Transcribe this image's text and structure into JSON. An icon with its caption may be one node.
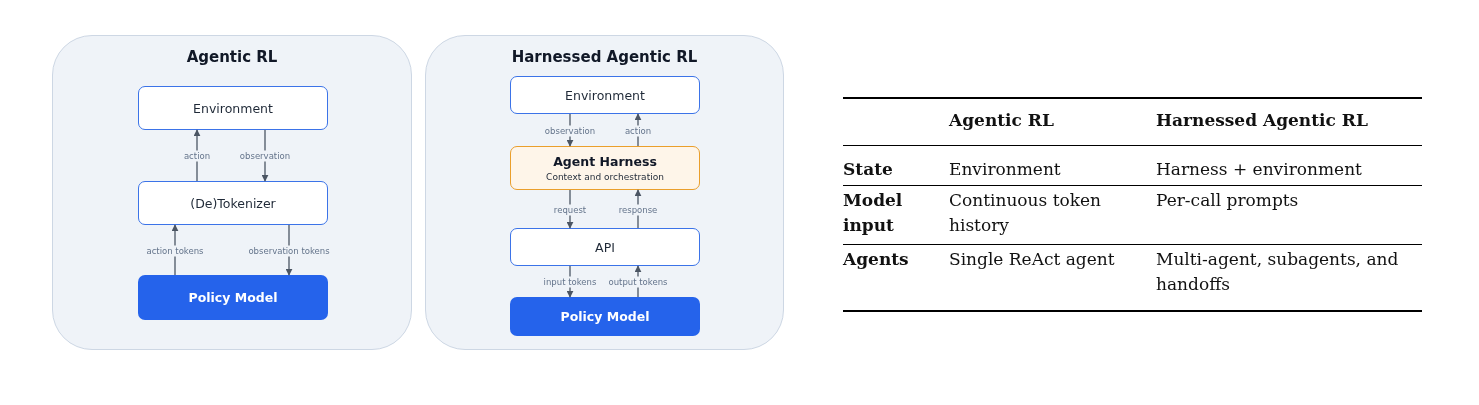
{
  "diagram": {
    "nodes": [
      {
        "text": [
          "Agentic RL"
        ]
      },
      {
        "text": [
          "Environment"
        ],
        "in": 0
      },
      {
        "text": [
          "(De)Tokenizer"
        ],
        "in": 0
      },
      {
        "text": [
          "Policy Model"
        ],
        "in": 0
      },
      {
        "text": [
          "Harnessed Agentic RL"
        ]
      },
      {
        "text": [
          "Environment"
        ],
        "in": 4
      },
      {
        "text": [
          "Agent Harness",
          "Context and orchestration"
        ],
        "in": 4
      },
      {
        "text": [
          "API"
        ],
        "in": 4
      },
      {
        "text": [
          "Policy Model"
        ],
        "in": 4
      }
    ],
    "edges": [
      {
        "from": 2,
        "to": 1,
        "arrow": "to",
        "label": "action"
      },
      {
        "from": 1,
        "to": 2,
        "arrow": "to",
        "label": "observation"
      },
      {
        "from": 3,
        "to": 2,
        "arrow": "to",
        "label": "action tokens"
      },
      {
        "from": 2,
        "to": 3,
        "arrow": "to",
        "label": "observation tokens"
      },
      {
        "from": 5,
        "to": 6,
        "arrow": "to",
        "label": "observation"
      },
      {
        "from": 6,
        "to": 5,
        "arrow": "to",
        "label": "action"
      },
      {
        "from": 6,
        "to": 7,
        "arrow": "to",
        "label": "request"
      },
      {
        "from": 7,
        "to": 6,
        "arrow": "to",
        "label": "response"
      },
      {
        "from": 7,
        "to": 8,
        "arrow": "to",
        "label": "input tokens"
      },
      {
        "from": 8,
        "to": 7,
        "arrow": "to",
        "label": "output tokens"
      }
    ],
    "labels": [
      "Agentic RL",
      "Harnessed Agentic RL",
      "State",
      "Environment",
      "Harness + environment",
      "Model input",
      "Continuous token history",
      "Per-call prompts",
      "Agents",
      "Single ReAct agent",
      "Multi-agent, subagents, and handoffs"
    ]
  }
}
